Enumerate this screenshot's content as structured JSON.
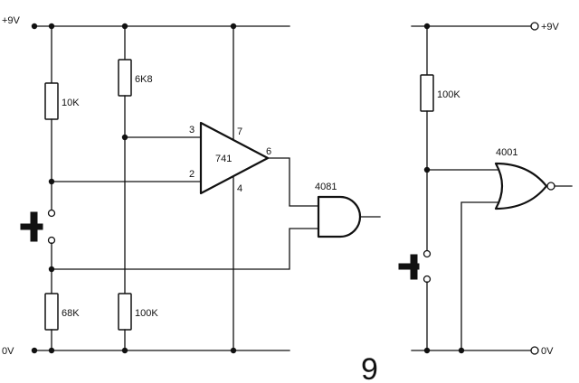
{
  "left_circuit": {
    "rail_top": "+9V",
    "rail_bottom": "0V",
    "r_top_left": "10K",
    "r_top_mid": "6K8",
    "r_bottom_left": "68K",
    "r_bottom_mid": "100K",
    "opamp": "741",
    "pin_noninv": "3",
    "pin_inv": "2",
    "pin_vplus": "7",
    "pin_vminus": "4",
    "pin_out": "6",
    "and_gate": "4081"
  },
  "right_circuit": {
    "rail_top": "+9V",
    "rail_bottom": "0V",
    "r_top": "100K",
    "nor_gate": "4001"
  },
  "figure_number": "9"
}
